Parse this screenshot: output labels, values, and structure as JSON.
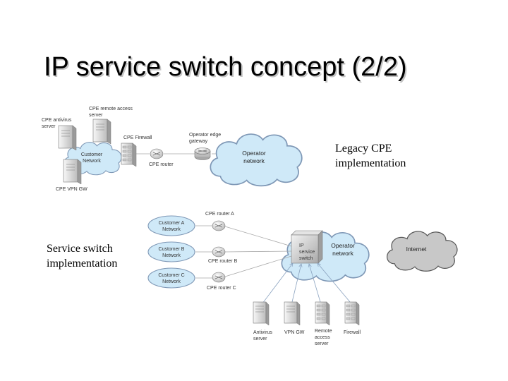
{
  "title": "IP service switch concept (2/2)",
  "legacy": {
    "heading_line1": "Legacy CPE",
    "heading_line2": "implementation",
    "cpe_antivirus_line1": "CPE antivirus",
    "cpe_antivirus_line2": "server",
    "cpe_remote_access_line1": "CPE remote access",
    "cpe_remote_access_line2": "server",
    "cpe_firewall": "CPE Firewall",
    "operator_edge_line1": "Operator edge",
    "operator_edge_line2": "gateway",
    "customer_network_line1": "Customer",
    "customer_network_line2": "Network",
    "cpe_router": "CPE router",
    "operator_network_line1": "Operator",
    "operator_network_line2": "network",
    "cpe_vpn_gw": "CPE VPN GW"
  },
  "service_switch": {
    "heading_line1": "Service switch",
    "heading_line2": "implementation",
    "customer_a_line1": "Customer A",
    "customer_a_line2": "Network",
    "customer_b_line1": "Customer B",
    "customer_b_line2": "Network",
    "customer_c_line1": "Customer C",
    "customer_c_line2": "Network",
    "cpe_router_a": "CPE router A",
    "cpe_router_b": "CPE router B",
    "cpe_router_c": "CPE router C",
    "ip_switch_line1": "IP",
    "ip_switch_line2": "service",
    "ip_switch_line3": "switch",
    "operator_network_line1": "Operator",
    "operator_network_line2": "network",
    "internet": "Internet",
    "antivirus_line1": "Antivirus",
    "antivirus_line2": "server",
    "vpn_gw": "VPN GW",
    "remote_access_line1": "Remote",
    "remote_access_line2": "access",
    "remote_access_line3": "server",
    "firewall": "Firewall"
  },
  "colors": {
    "cloud_fill": "#cfe9f8",
    "cloud_stroke": "#7f98b6",
    "internet_fill": "#c8c8c8",
    "internet_stroke": "#555555",
    "link_line": "#a8a8a8",
    "arrow_line": "#8aa2bf"
  },
  "icons": [
    "server-icon",
    "firewall-icon",
    "router-icon",
    "gateway-icon",
    "switch-box-icon",
    "cloud-icon"
  ]
}
